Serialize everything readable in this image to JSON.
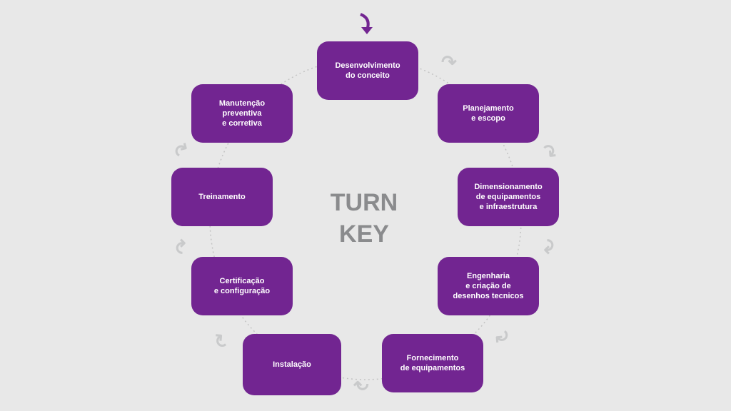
{
  "title": [
    "TURN",
    "KEY"
  ],
  "steps": [
    "Desenvolvimento\ndo conceito",
    "Planejamento\ne escopo",
    "Dimensionamento\nde equipamentos\ne infraestrutura",
    "Engenharia\ne criação de\ndesenhos tecnicos",
    "Fornecimento\nde equipamentos",
    "Instalação",
    "Certificação\ne configuração",
    "Treinamento",
    "Manutenção\npreventiva\ne corretiva"
  ],
  "colors": {
    "box": "#722591",
    "background": "#e8e8e8",
    "title": "#8a8b8d",
    "arrow": "#c9cacb"
  }
}
